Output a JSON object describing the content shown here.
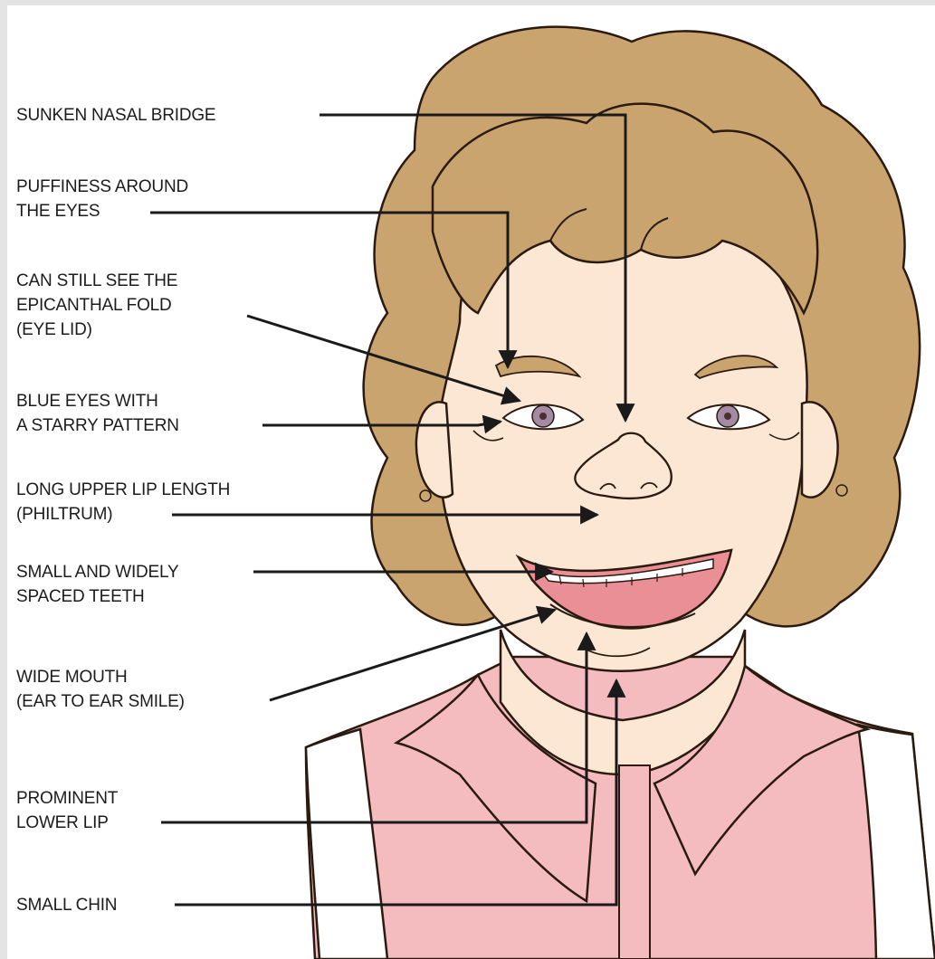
{
  "colors": {
    "hair": "#c9a46e",
    "skin": "#fbe7d3",
    "shirt": "#f4bcbf",
    "mouth": "#e98f95",
    "outline": "#2a1a10",
    "background": "#ffffff",
    "frame": "#e4e4e4"
  },
  "labels": [
    {
      "id": "sunken-nasal-bridge",
      "text": "SUNKEN NASAL BRIDGE"
    },
    {
      "id": "puffiness-around-eyes",
      "text": "PUFFINESS AROUND\nTHE EYES"
    },
    {
      "id": "epicanthal-fold",
      "text": "CAN STILL SEE THE\nEPICANTHAL FOLD\n(EYE LID)"
    },
    {
      "id": "blue-eyes",
      "text": "BLUE EYES WITH\nA STARRY PATTERN"
    },
    {
      "id": "long-upper-lip",
      "text": "LONG UPPER LIP LENGTH\n(PHILTRUM)"
    },
    {
      "id": "small-teeth",
      "text": "SMALL AND WIDELY\nSPACED TEETH"
    },
    {
      "id": "wide-mouth",
      "text": "WIDE MOUTH\n(EAR TO EAR SMILE)"
    },
    {
      "id": "prominent-lower-lip",
      "text": "PROMINENT\nLOWER LIP"
    },
    {
      "id": "small-chin",
      "text": "SMALL CHIN"
    }
  ]
}
